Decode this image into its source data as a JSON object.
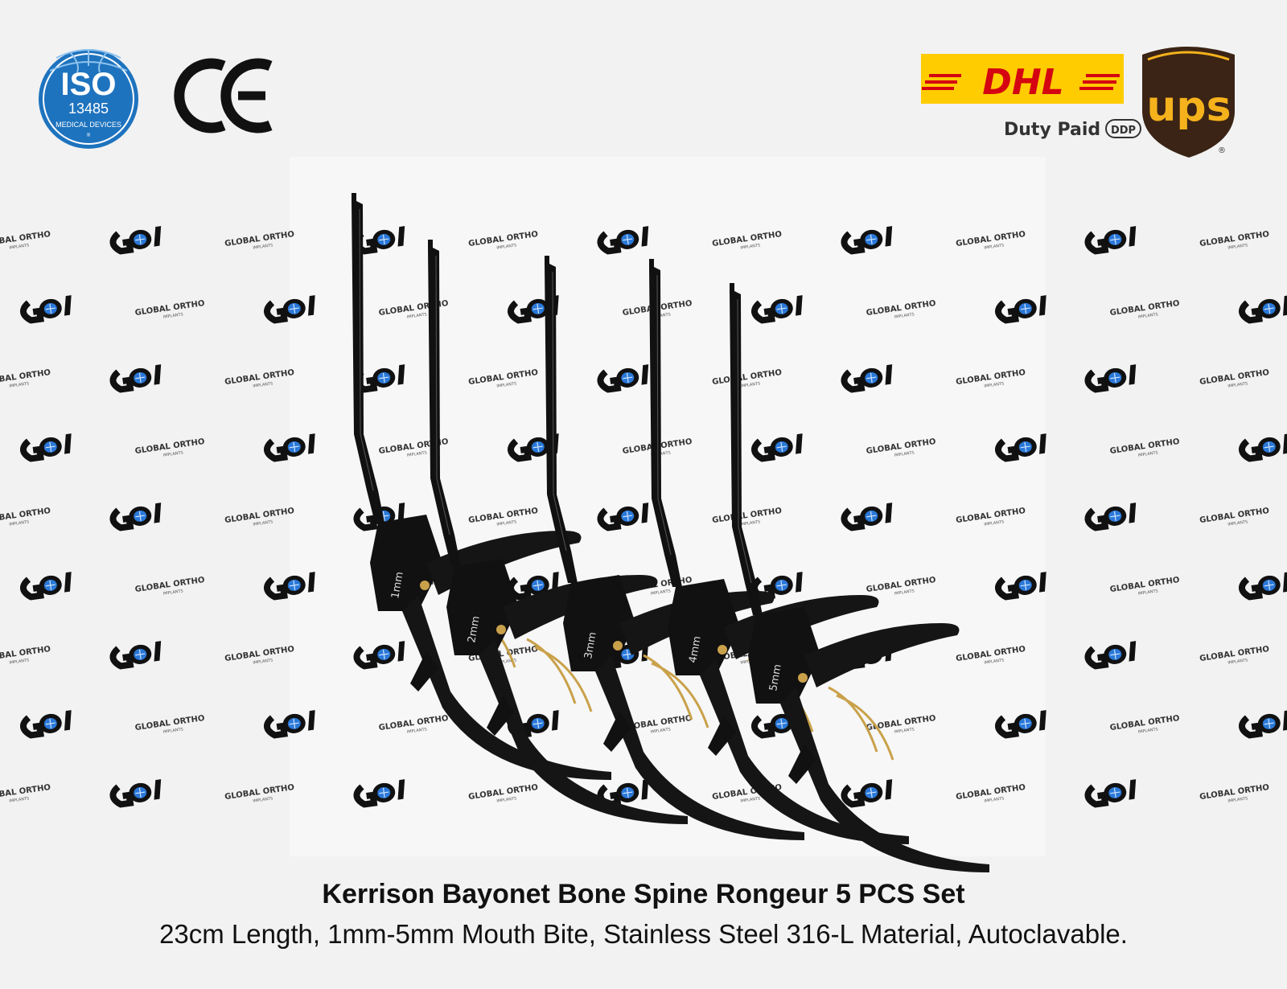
{
  "certifications": {
    "iso": {
      "name": "ISO",
      "number": "13485",
      "label": "MEDICAL DEVICES",
      "registered": "®",
      "color": "#1e73be"
    },
    "ce_mark": "CE"
  },
  "shipping": {
    "dhl": {
      "label": "DHL",
      "color_bg": "#ffcc00",
      "color_text": "#d40511"
    },
    "duty_label": "Duty Paid",
    "ddp_label": "DDP",
    "ups": {
      "label": "ups",
      "registered": "®",
      "color_shield": "#3b2415",
      "color_text": "#f5b21c"
    }
  },
  "watermark": {
    "brand_text": "GLOBAL ORTHO",
    "brand_sub": "IMPLANTS",
    "logo": "GOI"
  },
  "product_image": {
    "instrument_labels": [
      "1mm",
      "2mm",
      "3mm",
      "4mm",
      "5mm"
    ]
  },
  "caption": {
    "title": "Kerrison Bayonet Bone Spine Rongeur 5 PCS Set",
    "subtitle": "23cm Length, 1mm-5mm Mouth Bite, Stainless Steel 316-L Material, Autoclavable."
  }
}
